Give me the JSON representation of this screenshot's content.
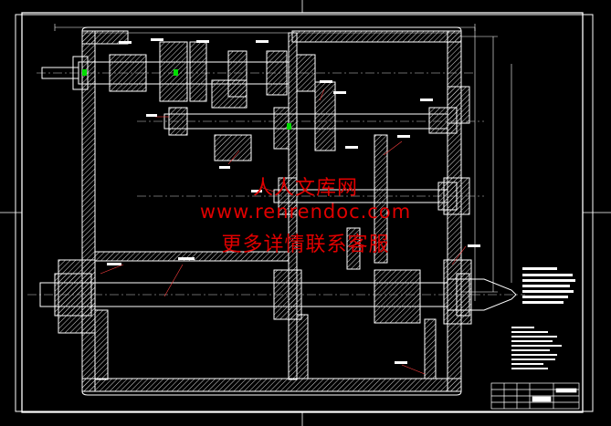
{
  "watermark": {
    "line1": "人人文库网",
    "line2": "www.renrendoc.com",
    "line3": "更多详情联系客服"
  },
  "colors": {
    "background": "#000000",
    "frame": "#ffffff",
    "outline": "#ffffff",
    "hatch": "#d8d8d8",
    "center_line": "#d0d0d0",
    "leader": "#ff4040",
    "highlight": "#00dd00",
    "watermark": "#e00000"
  }
}
